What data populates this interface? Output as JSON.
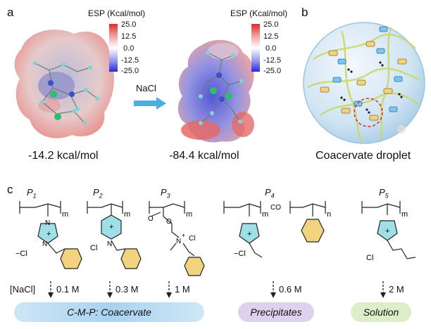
{
  "panel_a": {
    "letter": "a",
    "colorbar_title": "ESP (Kcal/mol)",
    "colorbar_ticks": [
      "25.0",
      "12.5",
      "0.0",
      "-12.5",
      "-25.0"
    ],
    "arrow_label": "NaCl",
    "energy_left": "-14.2 kcal/mol",
    "energy_right": "-84.4 kcal/mol"
  },
  "panel_b": {
    "letter": "b",
    "caption": "Coacervate droplet"
  },
  "panel_c": {
    "letter": "c",
    "polymers": [
      {
        "p": "P",
        "sub": "1"
      },
      {
        "p": "P",
        "sub": "2"
      },
      {
        "p": "P",
        "sub": "3"
      },
      {
        "p": "P",
        "sub": "4"
      },
      {
        "p": "P",
        "sub": "5"
      }
    ],
    "nacl_label": "[NaCl]",
    "concentrations": [
      "0.1 M",
      "0.3 M",
      "1 M",
      "0.6 M",
      "2 M"
    ],
    "outcomes": {
      "coacervate": "C-M-P: Coacervate",
      "precipitates": "Precipitates",
      "solution": "Solution"
    },
    "labels": {
      "m": "m",
      "n": "n",
      "co": "CO",
      "cl_minus": "−Cl",
      "cl": "Cl",
      "plus": "+",
      "N": "N",
      "O": "O"
    }
  },
  "colors": {
    "coacervate_pill": "#a9d3ef",
    "precipitates_pill": "#ddd2ee",
    "solution_pill": "#ddefc8",
    "benzene_fill": "#f2d47e",
    "imidazolium_fill": "#9fe0e7",
    "arrow_blue": "#4aaee5"
  }
}
